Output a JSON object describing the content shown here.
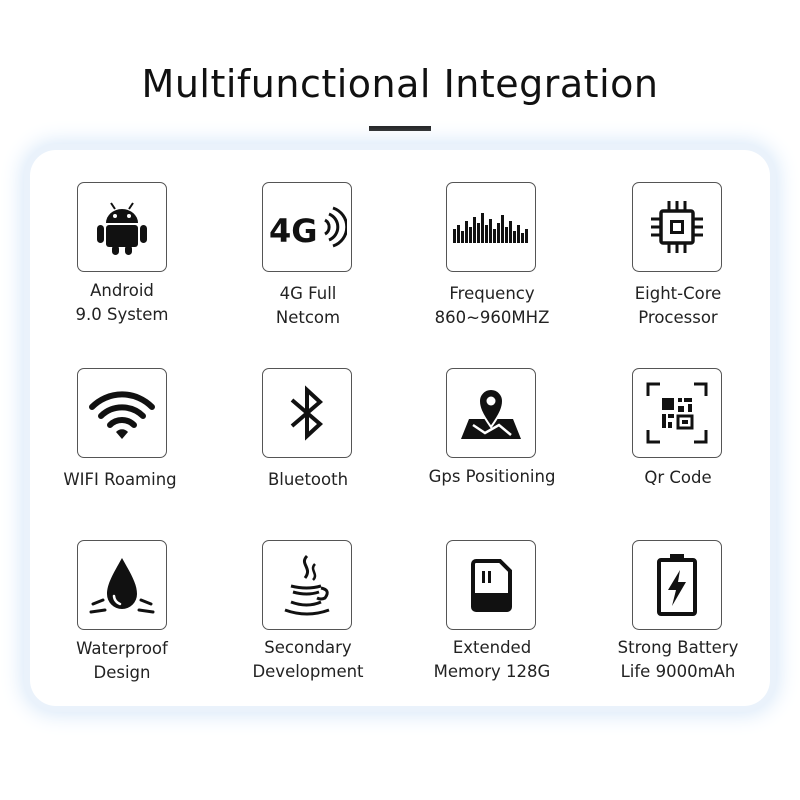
{
  "title": "Multifunctional Integration",
  "features": [
    {
      "label": "Android\n9.0 System",
      "icon": "android-icon"
    },
    {
      "label": "4G Full\nNetcom",
      "icon": "4g-signal-icon",
      "icon_text": "4G"
    },
    {
      "label": "Frequency\n860~960MHZ",
      "icon": "frequency-bars-icon"
    },
    {
      "label": "Eight-Core\nProcessor",
      "icon": "processor-chip-icon"
    },
    {
      "label": "WIFI Roaming",
      "icon": "wifi-icon"
    },
    {
      "label": "Bluetooth",
      "icon": "bluetooth-icon"
    },
    {
      "label": "Gps Positioning",
      "icon": "map-pin-icon"
    },
    {
      "label": "Qr Code",
      "icon": "qr-code-icon"
    },
    {
      "label": "Waterproof\nDesign",
      "icon": "water-drop-icon"
    },
    {
      "label": "Secondary\nDevelopment",
      "icon": "java-cup-icon"
    },
    {
      "label": "Extended\nMemory 128G",
      "icon": "sd-card-icon"
    },
    {
      "label": "Strong Battery\nLife 9000mAh",
      "icon": "battery-charge-icon"
    }
  ]
}
